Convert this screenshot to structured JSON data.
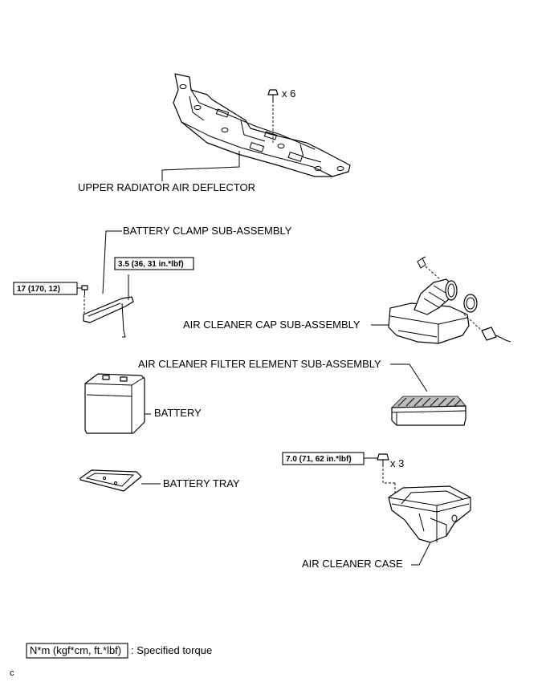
{
  "labels": {
    "upper_radiator_air_deflector": "UPPER RADIATOR AIR DEFLECTOR",
    "battery_clamp": "BATTERY CLAMP SUB-ASSEMBLY",
    "air_cleaner_cap": "AIR CLEANER CAP SUB-ASSEMBLY",
    "air_cleaner_filter": "AIR CLEANER FILTER ELEMENT SUB-ASSEMBLY",
    "battery": "BATTERY",
    "battery_tray": "BATTERY TRAY",
    "air_cleaner_case": "AIR CLEANER CASE"
  },
  "quantities": {
    "deflector_clips": "x 6",
    "case_bolts": "x 3"
  },
  "torques": {
    "clamp_bolt": "17 (170, 12)",
    "clamp_rod": "3.5 (36, 31 in.*lbf)",
    "case_bolt": "7.0 (71, 62 in.*lbf)"
  },
  "legend": {
    "unit_box": "N*m (kgf*cm, ft.*lbf)",
    "description": ": Specified torque"
  },
  "corner_mark": "c"
}
